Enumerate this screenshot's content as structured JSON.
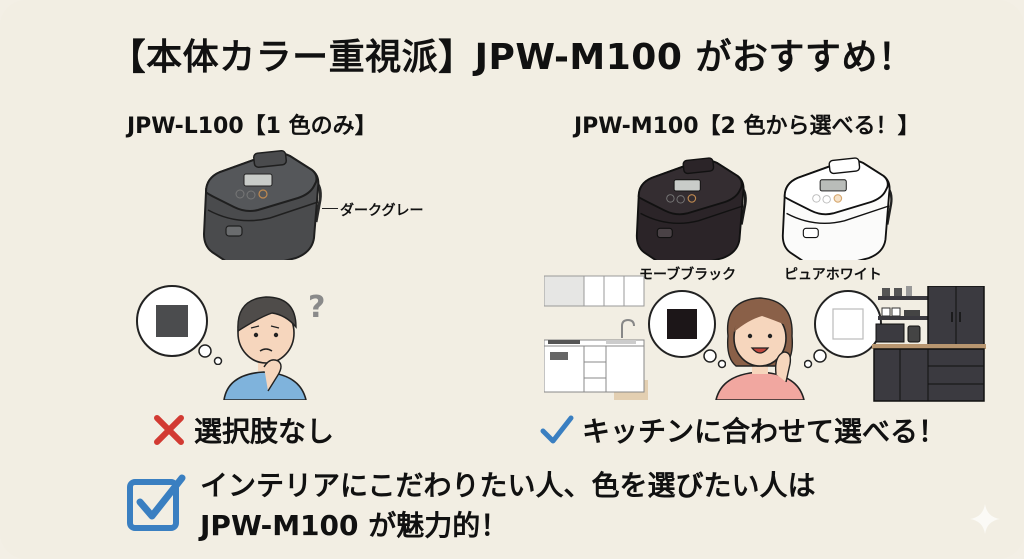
{
  "header": {
    "title": "【本体カラー重視派】JPW-M100 がおすすめ！"
  },
  "left_panel": {
    "model_heading": "JPW-L100【1 色のみ】",
    "product": {
      "name": "rice-cooker-dark-gray",
      "color_label": "ダークグレー",
      "body_color": "#4a4b4d"
    },
    "thought_bubble_color": "#4b4c4e",
    "person": "confused-man",
    "question_mark": "?",
    "verdict": {
      "icon": "cross-icon",
      "icon_color": "#d23a32",
      "text": "選択肢なし"
    }
  },
  "right_panel": {
    "model_heading": "JPW-M100【2 色から選べる！】",
    "products": [
      {
        "name": "rice-cooker-mauve-black",
        "color_label": "モーブブラック",
        "body_color": "#2b2428"
      },
      {
        "name": "rice-cooker-pure-white",
        "color_label": "ピュアホワイト",
        "body_color": "#fbfbfa"
      }
    ],
    "thought_bubbles": [
      {
        "swatch_color": "#1c1618"
      },
      {
        "swatch_color": "#ffffff"
      }
    ],
    "person": "happy-woman",
    "scenes": [
      "white-kitchen",
      "dark-kitchen"
    ],
    "verdict": {
      "icon": "check-icon",
      "icon_color": "#3a7fc1",
      "text": "キッチンに合わせて選べる！"
    }
  },
  "summary": {
    "icon": "checkbox-checked-icon",
    "icon_color": "#3a7fc1",
    "line1": "インテリアにこだわりたい人、色を選びたい人は",
    "line2": "JPW-M100 が魅力的！"
  },
  "watermark": {
    "icon": "sparkle-icon"
  }
}
